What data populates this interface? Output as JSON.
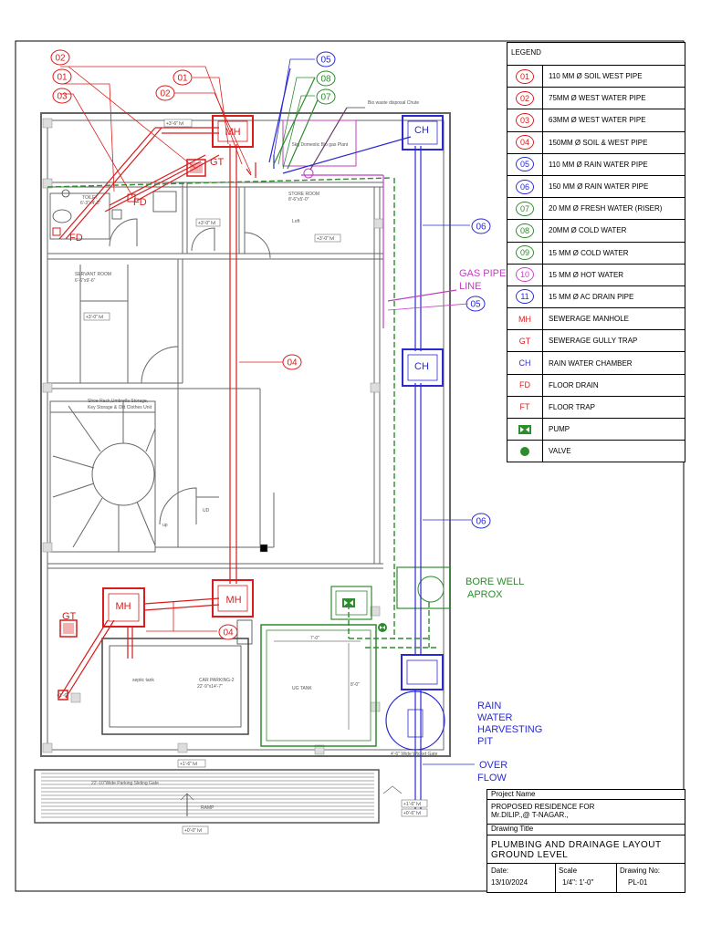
{
  "legend": {
    "title": "LEGEND",
    "items": [
      {
        "symbol": "01",
        "label": "110 MM Ø SOIL WEST PIPE",
        "color": "#d91c1c",
        "shape": "circle"
      },
      {
        "symbol": "02",
        "label": "75MM Ø WEST WATER PIPE",
        "color": "#d91c1c",
        "shape": "circle"
      },
      {
        "symbol": "03",
        "label": "63MM Ø WEST WATER PIPE",
        "color": "#d91c1c",
        "shape": "circle"
      },
      {
        "symbol": "04",
        "label": "150MM Ø SOIL & WEST PIPE",
        "color": "#d91c1c",
        "shape": "circle"
      },
      {
        "symbol": "05",
        "label": "110 MM Ø RAIN WATER PIPE",
        "color": "#2a2ad0",
        "shape": "circle"
      },
      {
        "symbol": "06",
        "label": "150 MM Ø  RAIN WATER PIPE",
        "color": "#2a2ad0",
        "shape": "circle"
      },
      {
        "symbol": "07",
        "label": "20 MM Ø  FRESH WATER (RISER)",
        "color": "#2e8b2e",
        "shape": "circle"
      },
      {
        "symbol": "08",
        "label": "20MM Ø COLD WATER",
        "color": "#2e8b2e",
        "shape": "circle"
      },
      {
        "symbol": "09",
        "label": "15 MM Ø  COLD WATER",
        "color": "#2e8b2e",
        "shape": "circle"
      },
      {
        "symbol": "10",
        "label": "15 MM Ø HOT WATER",
        "color": "#d040d0",
        "shape": "circle"
      },
      {
        "symbol": "11",
        "label": "15 MM Ø AC DRAIN PIPE",
        "color": "#2a2ad0",
        "shape": "circle"
      },
      {
        "symbol": "MH",
        "label": "SEWERAGE MANHOLE",
        "color": "#d91c1c",
        "shape": "text"
      },
      {
        "symbol": "GT",
        "label": "SEWERAGE GULLY TRAP",
        "color": "#d91c1c",
        "shape": "text"
      },
      {
        "symbol": "CH",
        "label": "RAIN WATER CHAMBER",
        "color": "#2a2ad0",
        "shape": "text"
      },
      {
        "symbol": "FD",
        "label": "FLOOR DRAIN",
        "color": "#d91c1c",
        "shape": "text"
      },
      {
        "symbol": "FT",
        "label": "FLOOR TRAP",
        "color": "#d91c1c",
        "shape": "text"
      },
      {
        "symbol": "pump-icon",
        "label": "PUMP",
        "color": "#2e8b2e",
        "shape": "pump"
      },
      {
        "symbol": "valve-icon",
        "label": "VALVE",
        "color": "#2e8b2e",
        "shape": "valve"
      }
    ]
  },
  "title_block": {
    "project_name_label": "Project Name",
    "project_line1": "PROPOSED RESIDENCE FOR",
    "project_line2": "Mr.DILIP.,@ T-NAGAR.,",
    "drawing_title_label": "Drawing Title",
    "drawing_title_line1": "PLUMBING AND DRAINAGE LAYOUT",
    "drawing_title_line2": "GROUND LEVEL",
    "date_label": "Date:",
    "date_value": "13/10/2024",
    "scale_label": "Scale",
    "scale_value": "1/4\": 1'-0\"",
    "drawing_no_label": "Drawing No:",
    "drawing_no_value": "PL-01"
  },
  "callouts": {
    "c02_top": "02",
    "c01_top": "01",
    "c03_top": "03",
    "c01_mid": "01",
    "c02_mid": "02",
    "c05_top": "05",
    "c08_top": "08",
    "c07_top": "07",
    "c06_right": "06",
    "c05_right": "05",
    "c04_mid": "04",
    "c06_lower": "06",
    "c04_low": "04"
  },
  "plan": {
    "mh_label": "MH",
    "gt_label": "GT",
    "ch_label": "CH",
    "fd_label": "FD",
    "bio_waste": "Bio waste disposal Chute",
    "bio_gas": "5kg Domestic Bio gas Plant",
    "store_room": "STORE ROOM",
    "store_room_size": "8'-6\"x5'-0\"",
    "toilet": "TOILET",
    "toilet_size": "6'-3\"x4'-3\"",
    "servant_room": "SERVANT ROOM",
    "servant_room_size": "6'-6\"x9'-6\"",
    "loft": "Loft",
    "lvl_store": "+3'-0\" lvl",
    "lvl_toilet": "+3'-0\" lvl",
    "lvl_servant": "+3'-0\" lvl",
    "lvl_top": "+3'-6\" lvl",
    "shoe_rack_1": "Shoe Rack,Umbrella Storage,",
    "shoe_rack_2": "Key Storage & Old Clothes Unit",
    "up_label": "up",
    "ud_label": "UD",
    "septic_tank": "septic tank",
    "car_parking": "CAR PARKING-2",
    "car_parking_size": "22'-9\"x14'-7\"",
    "ug_tank": "UG TANK",
    "ug_dim_top": "7'-0\"",
    "ug_dim_side": "8'-0\"",
    "gate_text": "22'-10\"Wide Parking Sliding Gate",
    "ramp": "RAMP",
    "wicket_gate": "4'-6\" Wide Wicket Gate",
    "lvl_gate": "+1'-6\" lvl",
    "lvl_ramp": "+0'-0\" lvl",
    "lvl_right1": "+1'-6\" lvl",
    "lvl_right2": "+0'-6\" lvl",
    "gas_pipe_line1": "GAS PIPE",
    "gas_pipe_line2": "LINE",
    "bore_well_line1": "BORE WELL",
    "bore_well_line2": "APROX",
    "rwh_line1": "RAIN",
    "rwh_line2": "WATER",
    "rwh_line3": "HARVESTING",
    "rwh_line4": "PIT",
    "overflow_line1": "OVER",
    "overflow_line2": "FLOW",
    "lvl_left_bottom": "+1'-6\""
  },
  "colors": {
    "drain": "#d91c1c",
    "rain": "#2a2ad0",
    "water": "#2e8b2e",
    "gas": "#c040c0",
    "wall": "#555555"
  }
}
